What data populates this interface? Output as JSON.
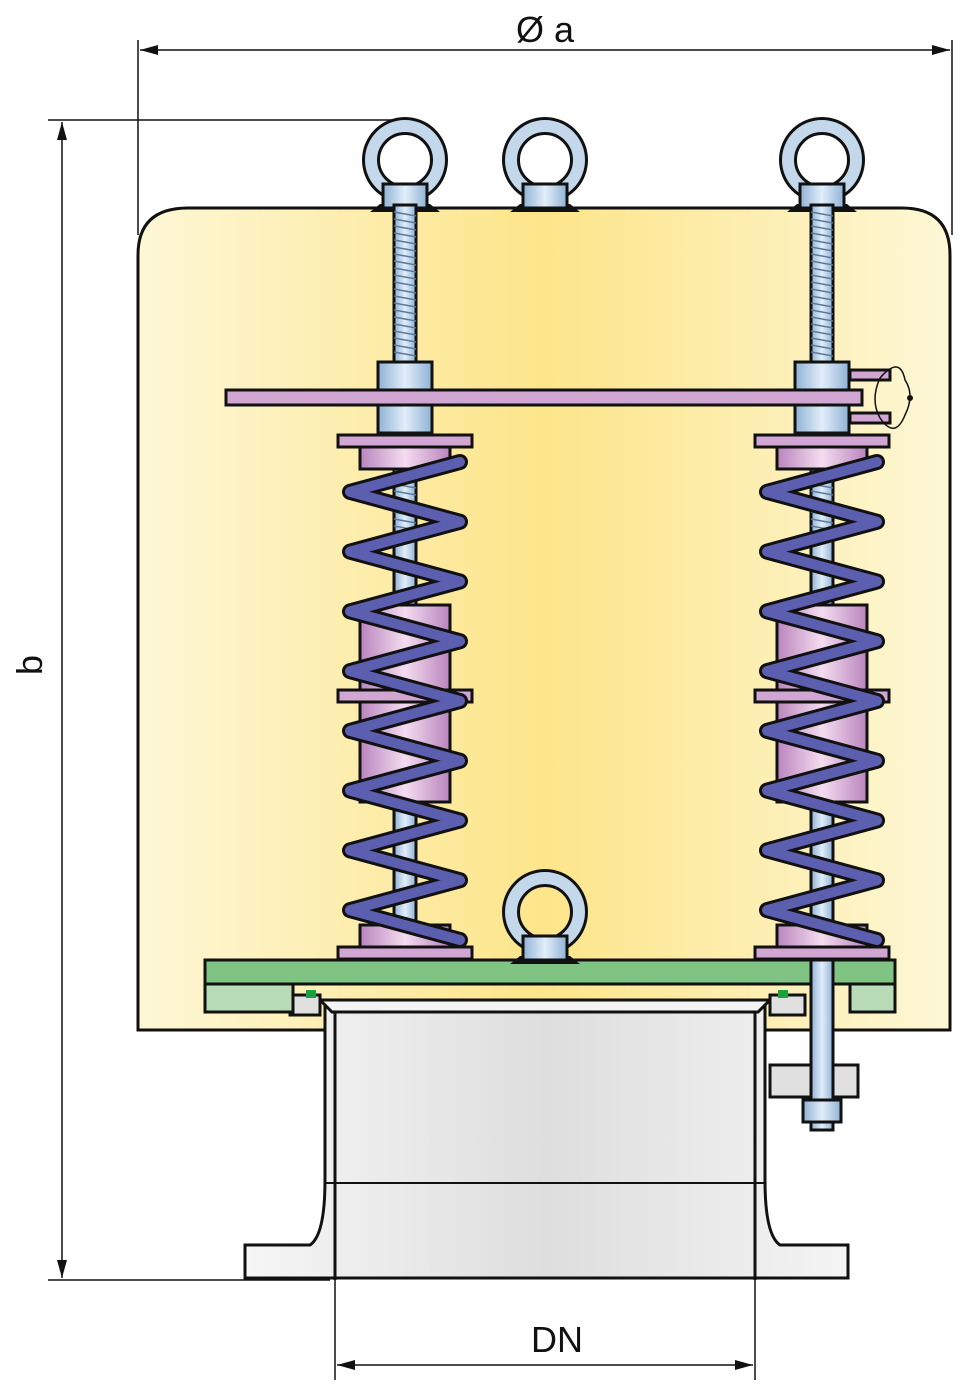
{
  "dimensions": {
    "diameter_label": "Ø a",
    "height_label": "b",
    "nominal_diameter_label": "DN"
  },
  "colors": {
    "housing_edge": "#fdf7d6",
    "housing_center": "#fde58a",
    "base_plate": "#80c484",
    "spring": "#5c5fb0",
    "spacer": "#d8a8d8",
    "rod": "#b8d2ea",
    "pipe": "#e6e6e6"
  }
}
